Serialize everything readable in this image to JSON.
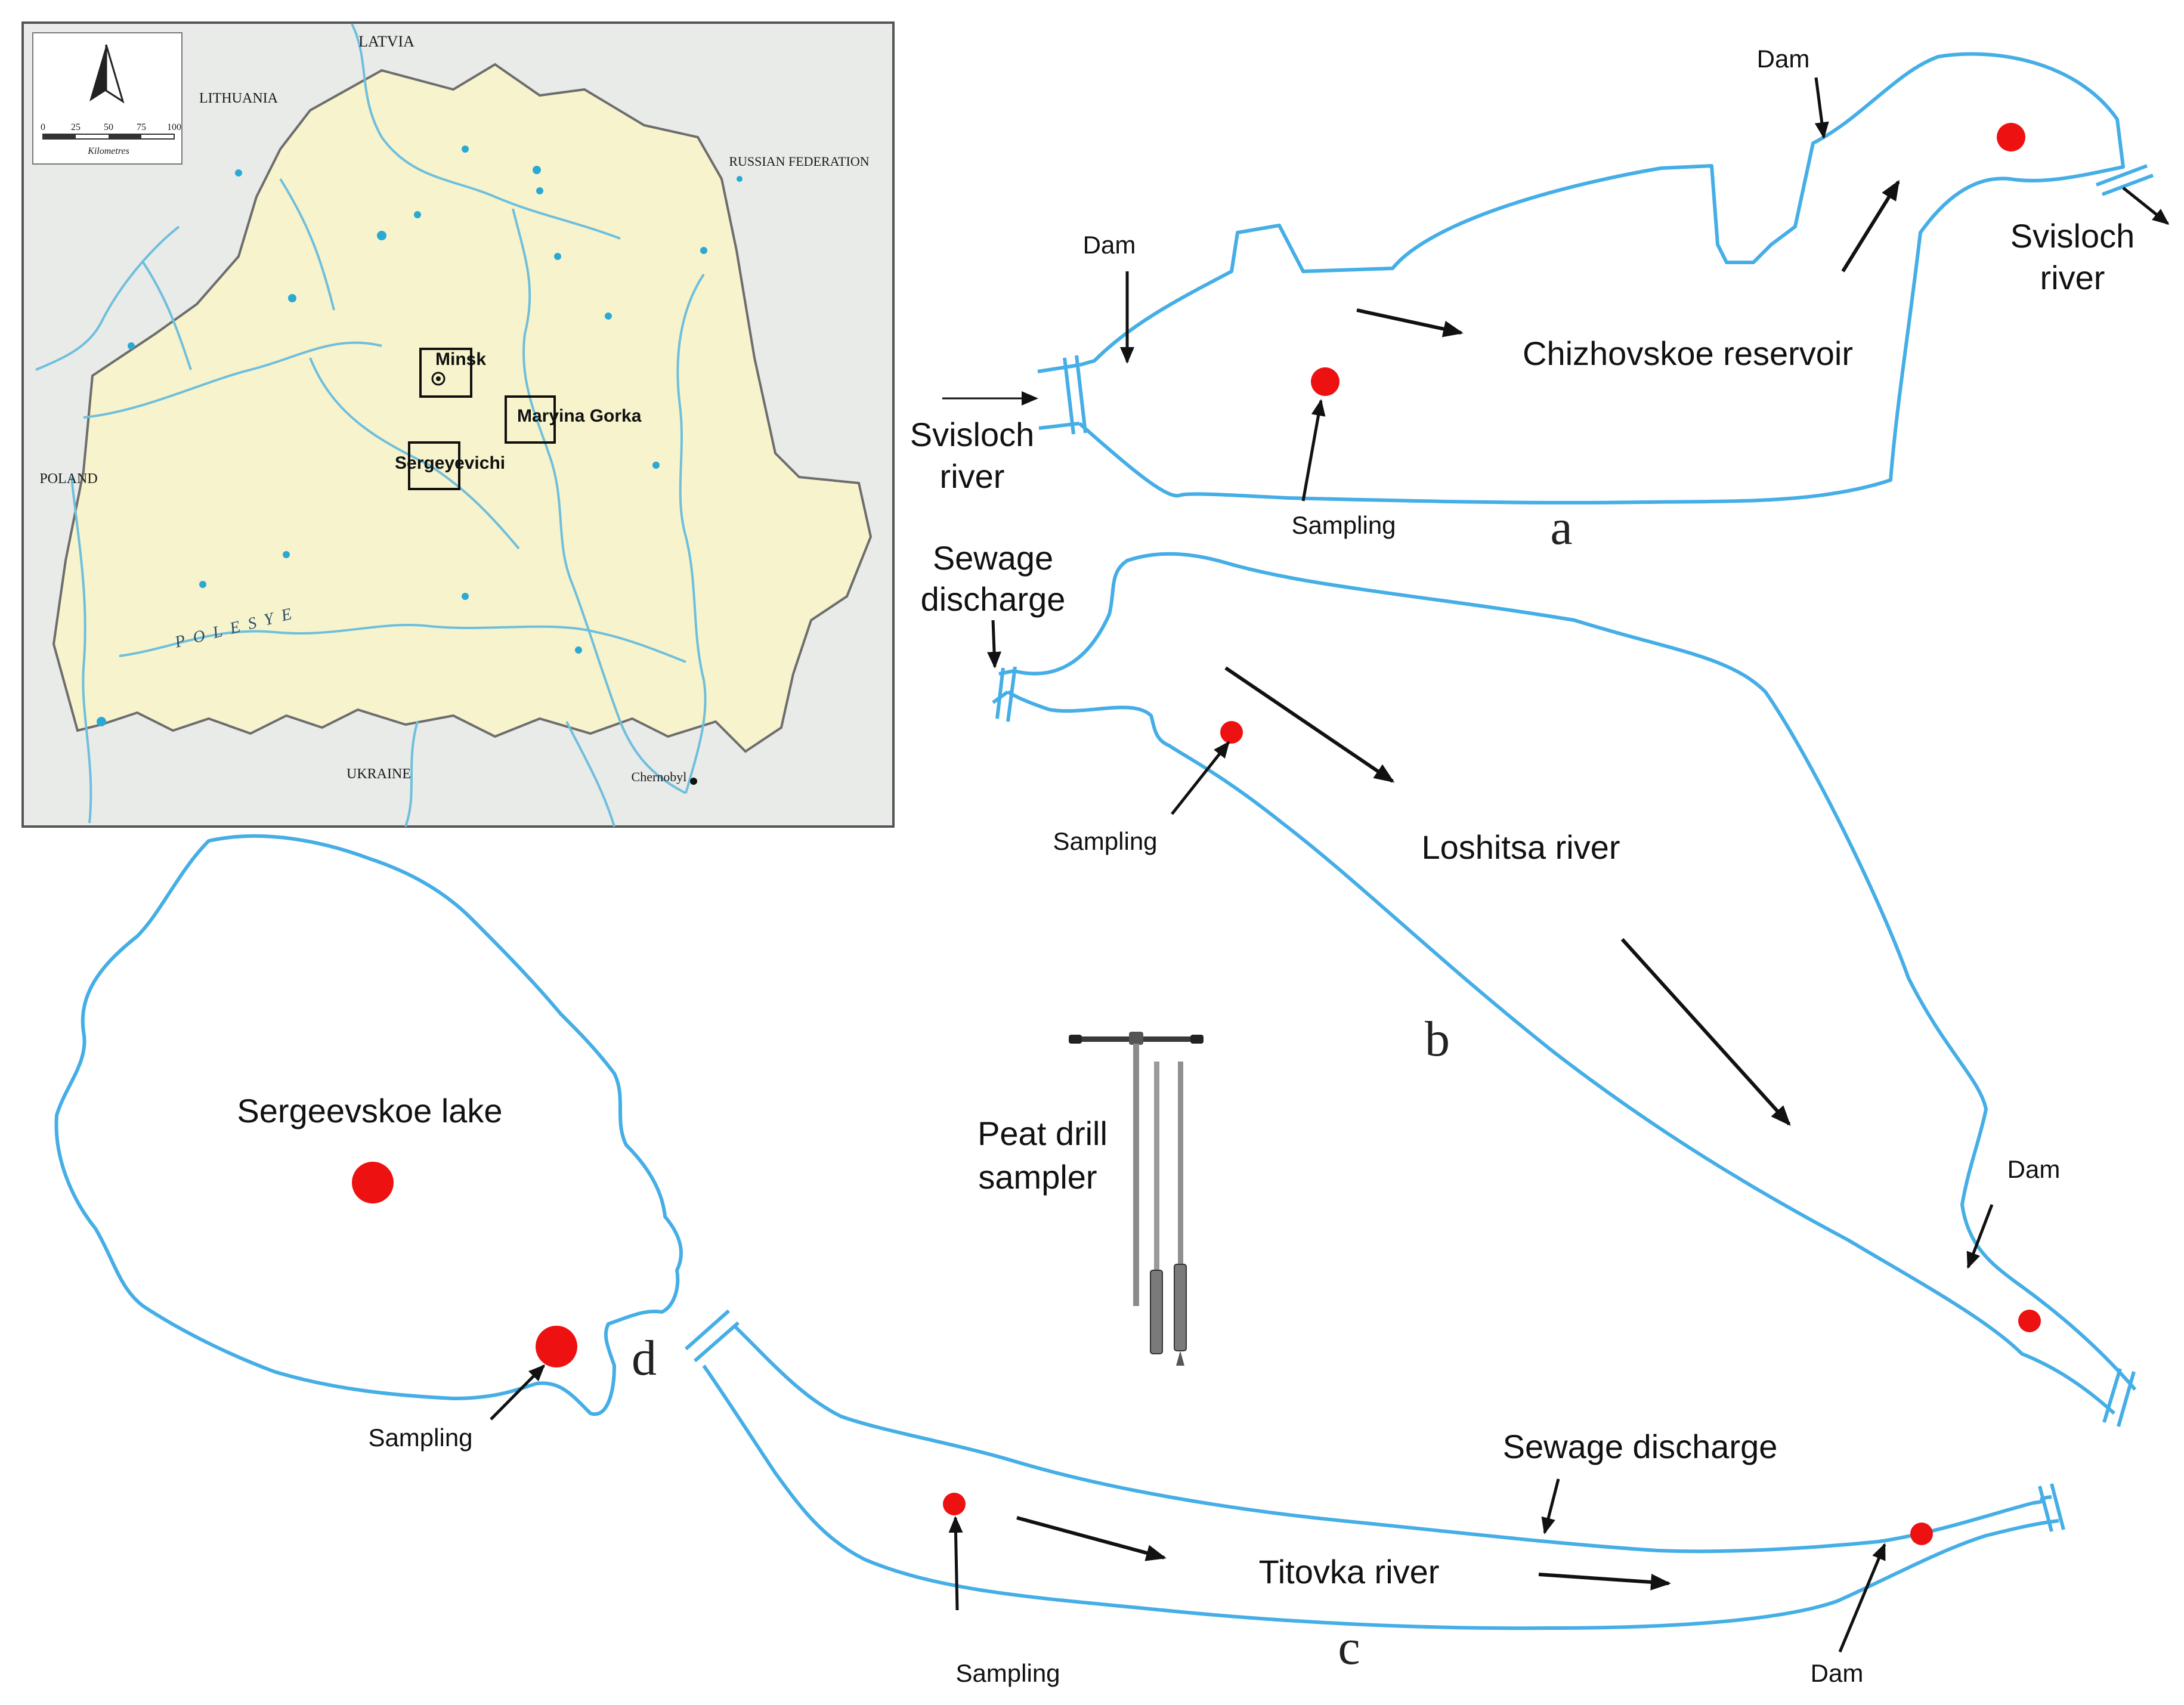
{
  "colors": {
    "water_outline": "#45aee6",
    "sampling_dot": "#ee1111",
    "arrow": "#111111",
    "map_land": "#f7f4cd",
    "map_outside": "#e9ebe9",
    "map_border": "#6d6d6d",
    "map_river": "#6fbfdc"
  },
  "map": {
    "countries": [
      "LATVIA",
      "LITHUANIA",
      "RUSSIAN FEDERATION",
      "POLAND",
      "UKRAINE"
    ],
    "region": "POLESYE",
    "town": "Chernobyl",
    "scale_ticks": [
      "0",
      "25",
      "50",
      "75",
      "100"
    ],
    "scale_unit": "Kilometres",
    "north_icon": "north-arrow-icon",
    "sites": [
      "Minsk",
      "Maryina Gorka",
      "Sergeyevichi"
    ]
  },
  "panel_a": {
    "letter": "a",
    "title": "Chizhovskoe reservoir",
    "dam_left": "Dam",
    "dam_right": "Dam",
    "inflow_line1": "Svisloch",
    "inflow_line2": "river",
    "outflow_line1": "Svisloch",
    "outflow_line2": "river",
    "sampling": "Sampling"
  },
  "panel_b": {
    "letter": "b",
    "title": "Loshitsa river",
    "sewage_line1": "Sewage",
    "sewage_line2": "discharge",
    "sampling": "Sampling",
    "dam": "Dam"
  },
  "panel_c": {
    "letter": "c",
    "title": "Titovka river",
    "sewage": "Sewage discharge",
    "sampling": "Sampling",
    "dam": "Dam"
  },
  "panel_d": {
    "letter": "d",
    "title": "Sergeevskoe lake",
    "sampling": "Sampling"
  },
  "sampler": {
    "line1": "Peat drill",
    "line2": "sampler",
    "icon": "peat-drill-sampler-icon"
  }
}
